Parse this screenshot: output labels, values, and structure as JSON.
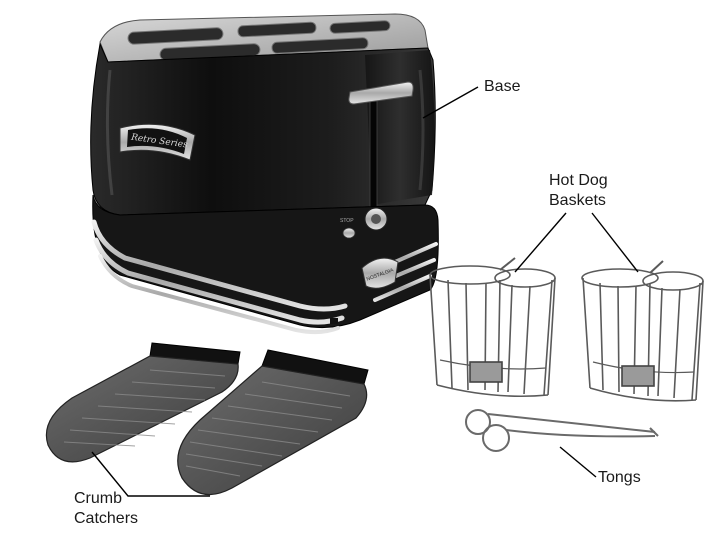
{
  "labels": {
    "base": "Base",
    "hot_dog_baskets": [
      "Hot Dog",
      "Baskets"
    ],
    "tongs": "Tongs",
    "crumb_catchers": [
      "Crumb",
      "Catchers"
    ]
  },
  "toaster": {
    "badge_text": "Retro Series",
    "brand_plate_text": "NOSTALGIA",
    "button_text": "STOP"
  },
  "colors": {
    "body": "#1c1c1c",
    "chrome": "#c9c9c9",
    "leader": "#000000",
    "label_text": "#1a1a1a"
  }
}
